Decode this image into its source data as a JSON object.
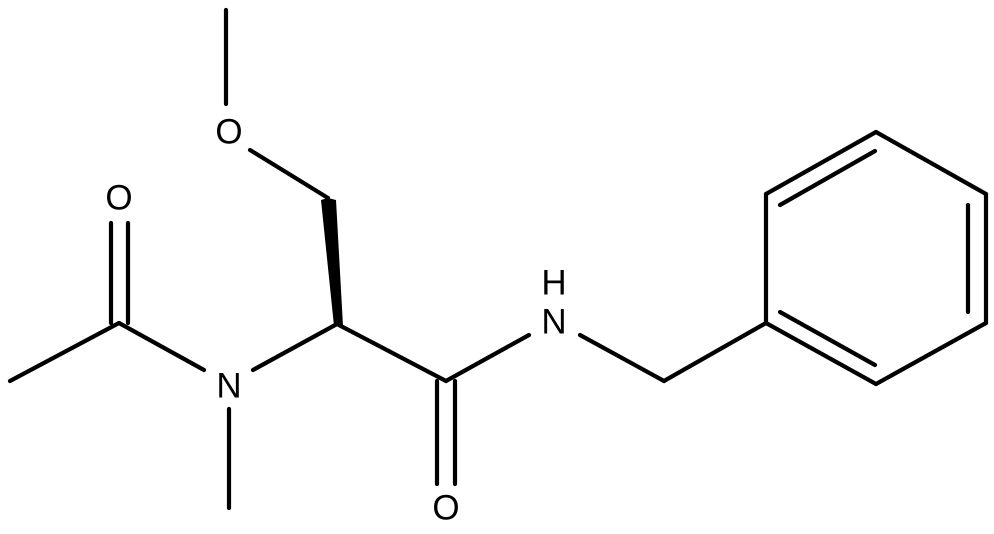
{
  "molecule": {
    "atoms": {
      "o_methoxy": "O",
      "o_acetyl": "O",
      "n_amide_methyl": "N",
      "n_benzyl": "N",
      "h_benzyl": "H",
      "o_amide": "O"
    }
  },
  "colors": {
    "bond": "#000000",
    "label": "#000000",
    "background": "#ffffff"
  }
}
